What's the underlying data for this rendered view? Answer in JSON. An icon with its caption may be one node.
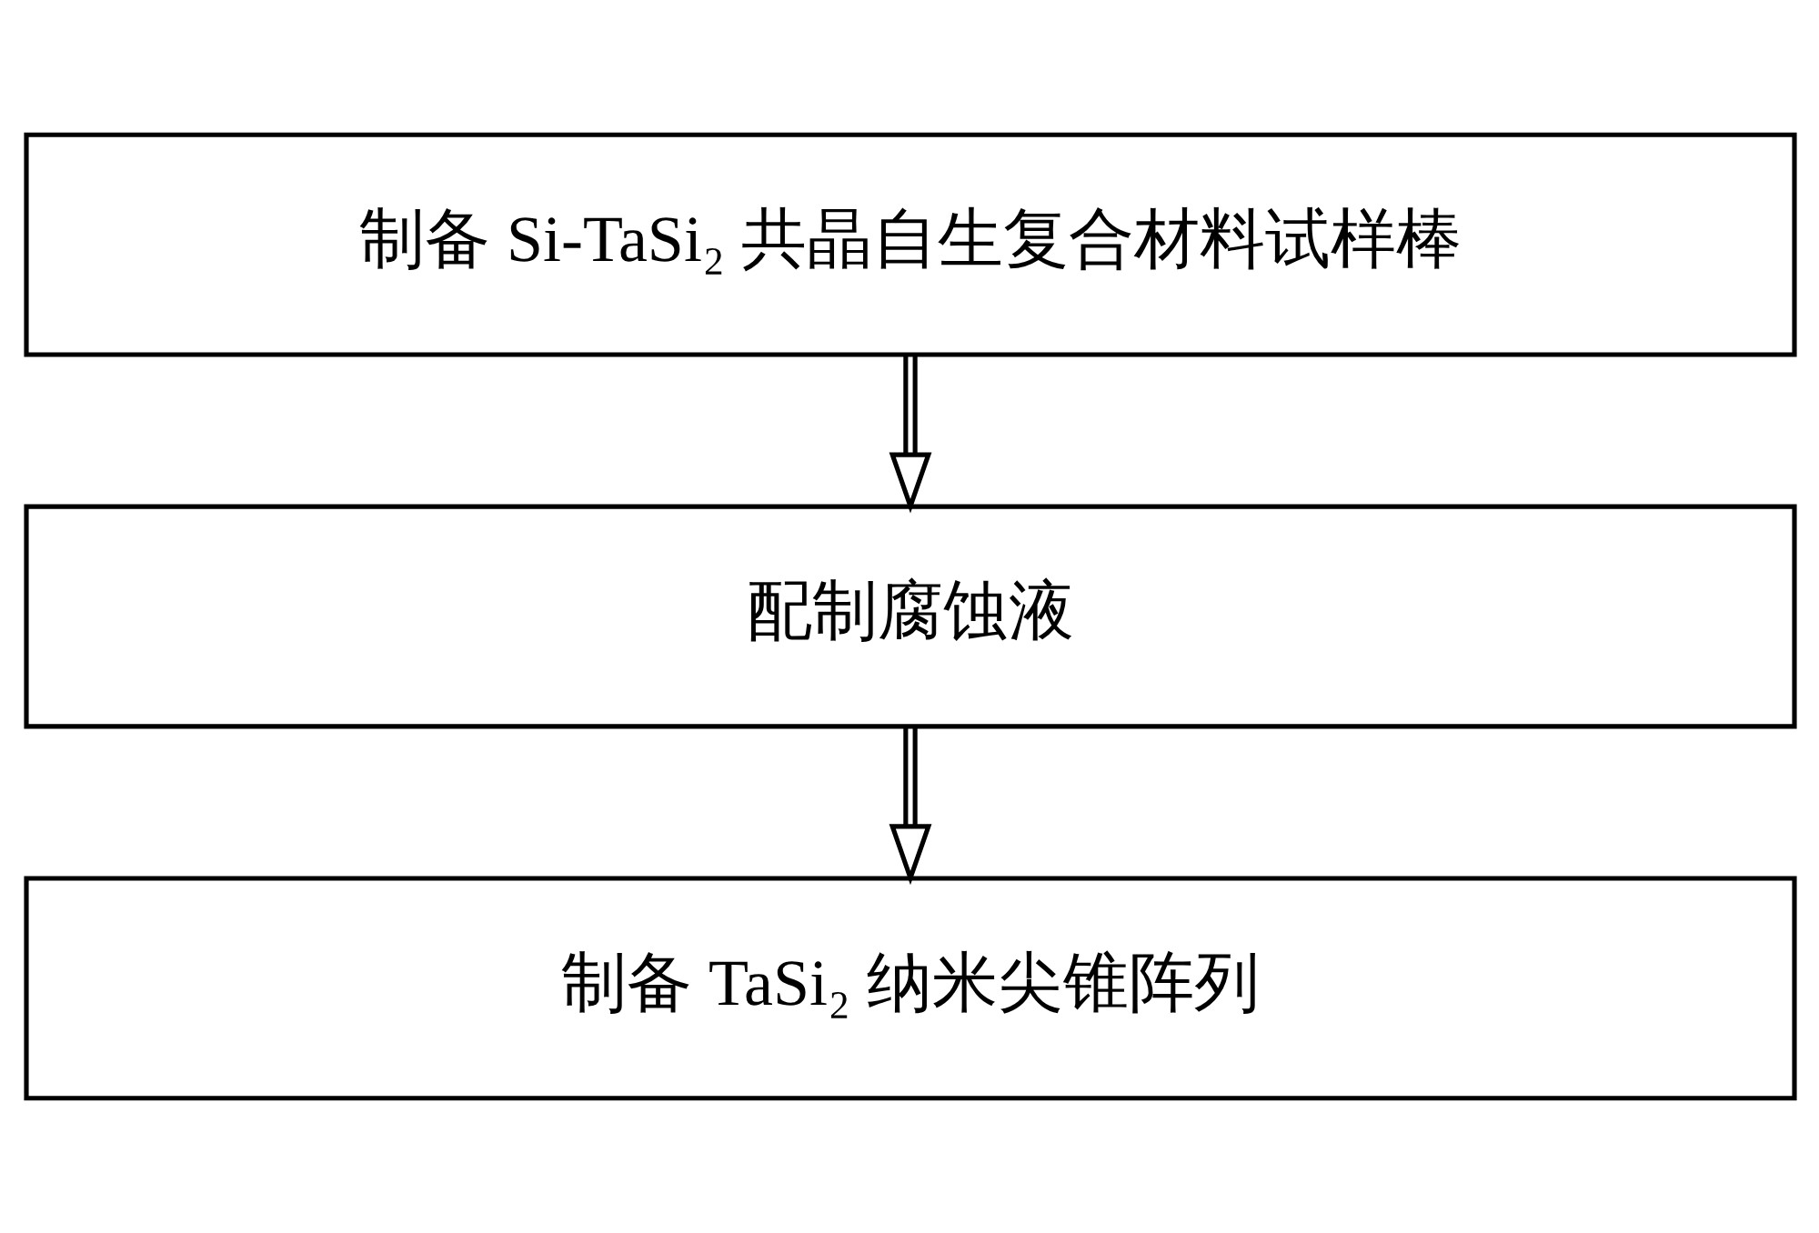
{
  "diagram": {
    "nodes": [
      {
        "text": [
          "制备 Si-TaSi₂ 共晶自生复合材料试样棒"
        ]
      },
      {
        "text": [
          "配制腐蚀液"
        ]
      },
      {
        "text": [
          "制备 TaSi₂ 纳米尖锥阵列"
        ]
      }
    ],
    "edges": [
      {
        "from": 0,
        "to": 1,
        "arrow": "to"
      },
      {
        "from": 1,
        "to": 2,
        "arrow": "to"
      }
    ]
  }
}
